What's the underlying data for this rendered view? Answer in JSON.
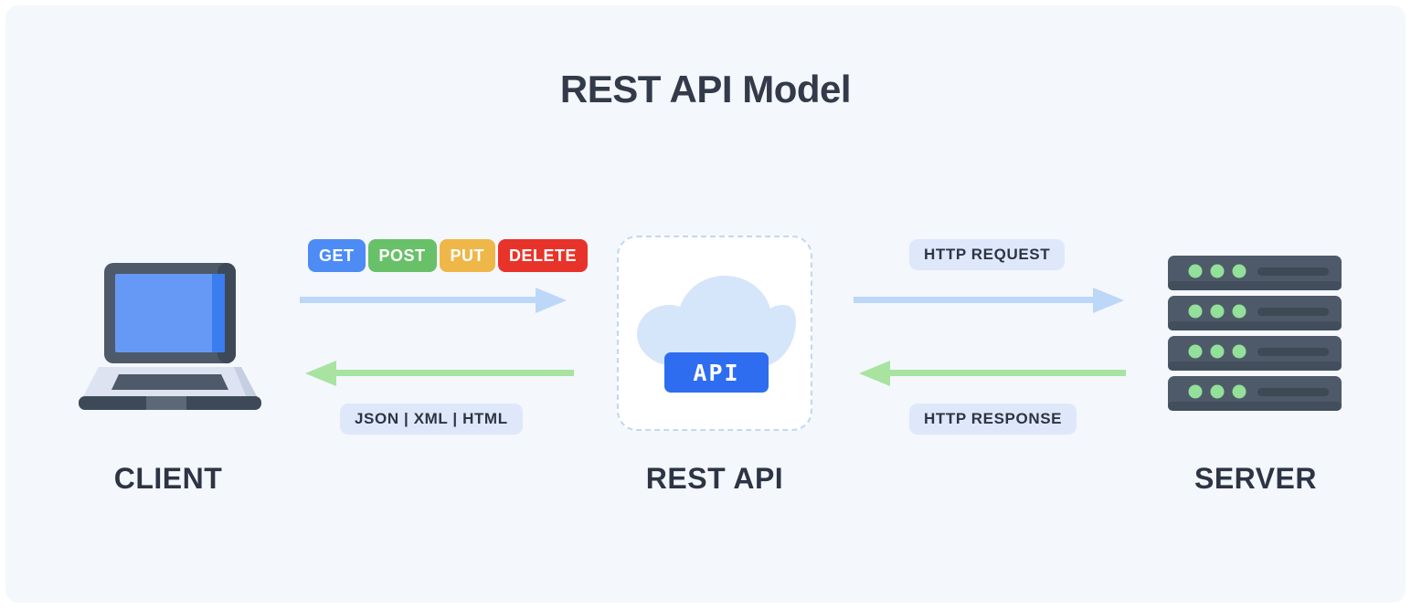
{
  "title": "REST API Model",
  "background_color": "#f4f7fc",
  "nodes": {
    "client": {
      "label": "CLIENT",
      "icon": "laptop-icon"
    },
    "restapi": {
      "label": "REST API",
      "icon": "cloud-icon",
      "badge": "API"
    },
    "server": {
      "label": "SERVER",
      "icon": "server-rack-icon",
      "units": 4,
      "leds_per_unit": 3
    }
  },
  "verbs": [
    {
      "label": "GET",
      "color": "#4d8cf5"
    },
    {
      "label": "POST",
      "color": "#68c168"
    },
    {
      "label": "PUT",
      "color": "#efb648"
    },
    {
      "label": "DELETE",
      "color": "#e8332a"
    }
  ],
  "pills": {
    "formats": "JSON  |  XML  |  HTML",
    "request": "HTTP REQUEST",
    "response": "HTTP RESPONSE"
  },
  "arrows": [
    {
      "name": "client-to-api",
      "direction": "right",
      "color": "#bdd7f8"
    },
    {
      "name": "api-to-client",
      "direction": "left",
      "color": "#a8e3a0"
    },
    {
      "name": "api-to-server",
      "direction": "right",
      "color": "#bdd7f8"
    },
    {
      "name": "server-to-api",
      "direction": "left",
      "color": "#a8e3a0"
    }
  ],
  "colors": {
    "title": "#333a49",
    "label": "#2d3444",
    "pill_bg": "#dfe8fa",
    "api_badge": "#2f6df0",
    "cloud": "#d6e6fa",
    "card_border": "#c2d8f2",
    "server_body": "#4e5a69",
    "server_led": "#92e09a",
    "laptop_bezel": "#4e5a69",
    "laptop_screen": "#6699f5"
  }
}
